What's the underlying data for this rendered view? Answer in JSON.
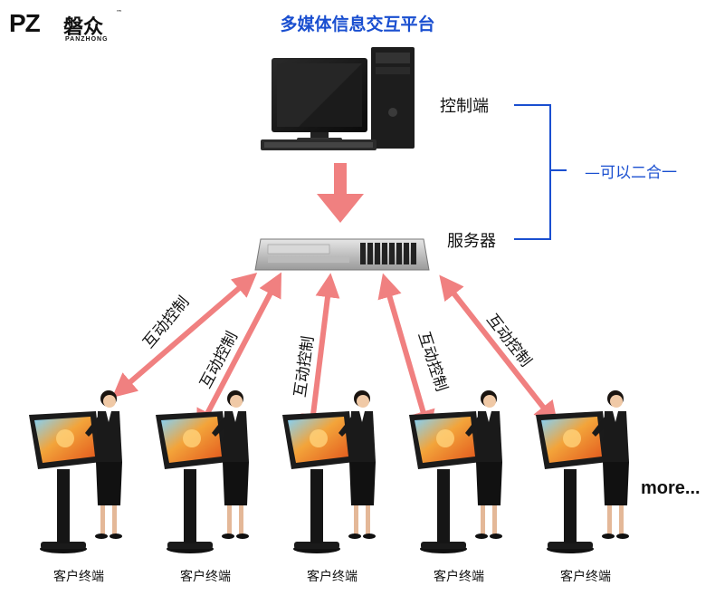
{
  "logo": {
    "mark": "PZ",
    "cn": "磐众",
    "sub": "PANZHONG",
    "tm": "™"
  },
  "title": "多媒体信息交互平台",
  "labels": {
    "control": "控制端",
    "server": "服务器",
    "combine": "—可以二合一"
  },
  "arrow_label": "互动控制",
  "terminal_label": "客户终端",
  "more": "more...",
  "terminals": [
    {
      "label": "客户终端"
    },
    {
      "label": "客户终端"
    },
    {
      "label": "客户终端"
    },
    {
      "label": "客户终端"
    },
    {
      "label": "客户终端"
    }
  ],
  "colors": {
    "title": "#1a4fd0",
    "bracket": "#1a4fd0",
    "arrow": "#f08080",
    "screen": "#e8762a"
  },
  "icons": [
    "desktop-computer-icon",
    "rack-server-icon",
    "kiosk-terminal-icon",
    "woman-figure-icon"
  ]
}
